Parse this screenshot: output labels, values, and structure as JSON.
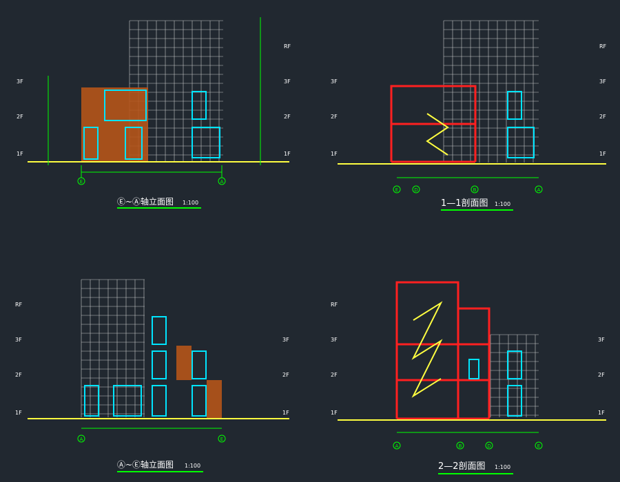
{
  "colors": {
    "background": "#212830",
    "grid": "#c8c8c8",
    "dimension": "#00ff00",
    "window": "#00e5ff",
    "section_cut": "#ff2020",
    "stair": "#ffff40",
    "wood_cladding": "#b5541a",
    "text": "#ffffff"
  },
  "drawings": [
    {
      "title": "Ⓔ~Ⓐ轴立面图",
      "scale": "1:100",
      "axes": [
        "E",
        "A"
      ]
    },
    {
      "title": "1—1剖面图",
      "scale": "1:100",
      "axes": [
        "E",
        "D",
        "B",
        "A"
      ]
    },
    {
      "title": "Ⓐ~Ⓔ轴立面图",
      "scale": "1:100",
      "axes": [
        "A",
        "E"
      ]
    },
    {
      "title": "2—2剖面图",
      "scale": "1:100",
      "axes": [
        "A",
        "B",
        "D",
        "E"
      ]
    }
  ],
  "levels": [
    "RF",
    "3F",
    "2F",
    "1F"
  ]
}
